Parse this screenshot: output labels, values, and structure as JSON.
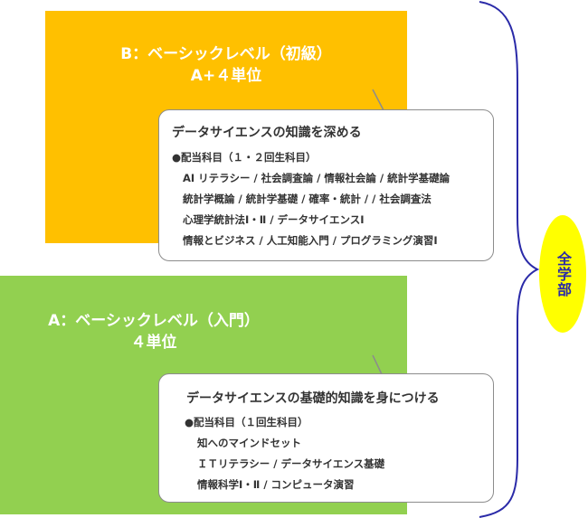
{
  "level_b": {
    "title_line1": "B：ベーシックレベル（初級）",
    "title_line2": "A+４単位",
    "callout": {
      "heading": "データサイエンスの知識を深める",
      "subjects_label": "●配当科目（１・２回生科目）",
      "courses": [
        "AI リテラシー / 社会調査論 / 情報社会論 / 統計学基礎論",
        "統計学概論 / 統計学基礎 / 確率・統計 / / 社会調査法",
        "心理学統計法Ⅰ・Ⅱ / データサイエンスⅠ",
        "情報とビジネス / 人工知能入門 / プログラミング演習Ⅰ"
      ]
    }
  },
  "level_a": {
    "title_line1": "A：ベーシックレベル（入門）",
    "title_line2": "４単位",
    "callout": {
      "heading": "データサイエンスの基礎的知識を身につける",
      "subjects_label": "●配当科目（１回生科目）",
      "courses": [
        "知へのマインドセット",
        "ＩＴリテラシー / データサイエンス基礎",
        "情報科学Ⅰ・Ⅱ / コンピュータ演習"
      ]
    }
  },
  "badge": {
    "label": "全学部"
  },
  "colors": {
    "level_b": "#FFC000",
    "level_a": "#92D050",
    "brace": "#2a2aa8",
    "badge": "#FFFF00"
  }
}
